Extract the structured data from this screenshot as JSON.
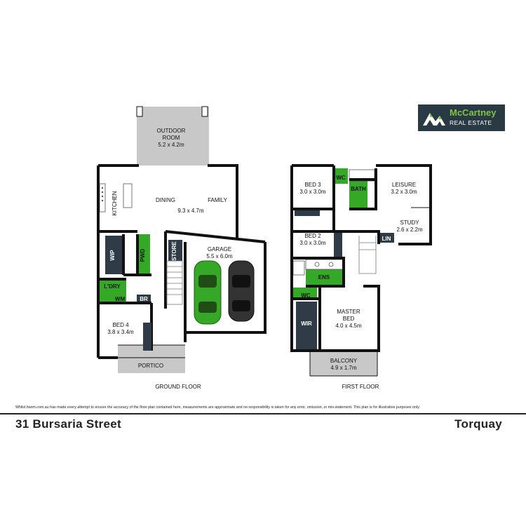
{
  "brand": {
    "name": "McCartney",
    "tagline": "REAL ESTATE"
  },
  "ground_floor": {
    "caption": "GROUND FLOOR",
    "rooms": {
      "outdoor_room": {
        "name": "OUTDOOR",
        "name2": "ROOM",
        "size": "5.2 x 4.2m"
      },
      "kitchen": {
        "name": "KITCHEN"
      },
      "dining": {
        "name": "DINING"
      },
      "family": {
        "name": "FAMILY",
        "size": "9.3 x 4.7m"
      },
      "wip": {
        "name": "WIP"
      },
      "pwd": {
        "name": "PWD"
      },
      "store": {
        "name": "STORE"
      },
      "garage": {
        "name": "GARAGE",
        "size": "5.5 x 6.0m"
      },
      "laundry": {
        "name": "L'DRY"
      },
      "wm": {
        "name": "WM"
      },
      "br": {
        "name": "BR"
      },
      "bed4": {
        "name": "BED 4",
        "size": "3.8 x 3.4m"
      },
      "portico": {
        "name": "PORTICO"
      }
    }
  },
  "first_floor": {
    "caption": "FIRST FLOOR",
    "rooms": {
      "bed3": {
        "name": "BED 3",
        "size": "3.0 x 3.0m"
      },
      "wc_top": {
        "name": "WC"
      },
      "bath": {
        "name": "BATH"
      },
      "leisure": {
        "name": "LEISURE",
        "size": "3.2 x 3.0m"
      },
      "study": {
        "name": "STUDY",
        "size": "2.6 x 2.2m"
      },
      "lin": {
        "name": "LIN"
      },
      "bed2": {
        "name": "BED 2",
        "size": "3.0 x 3.0m"
      },
      "ens": {
        "name": "ENS"
      },
      "wc_ens": {
        "name": "WC"
      },
      "wir": {
        "name": "WIR"
      },
      "master": {
        "name": "MASTER",
        "name2": "BED",
        "size": "4.0 x 4.5m"
      },
      "balcony": {
        "name": "BALCONY",
        "size": "4.9 x 1.7m"
      }
    }
  },
  "disclaimer": "Whilst bwrm.com.au has made every attempt to ensure the accuracy of the floor plan contained here, measurements are approximate and no responsibility is taken for any error, omission, or mis-statement. This plan is for illustrative purposes only.",
  "address": "31 Bursaria Street",
  "suburb": "Torquay",
  "colors": {
    "green": "#36a827",
    "wall": "#111111",
    "dark_room": "#2f3c48",
    "paving": "#c8c8c8"
  }
}
